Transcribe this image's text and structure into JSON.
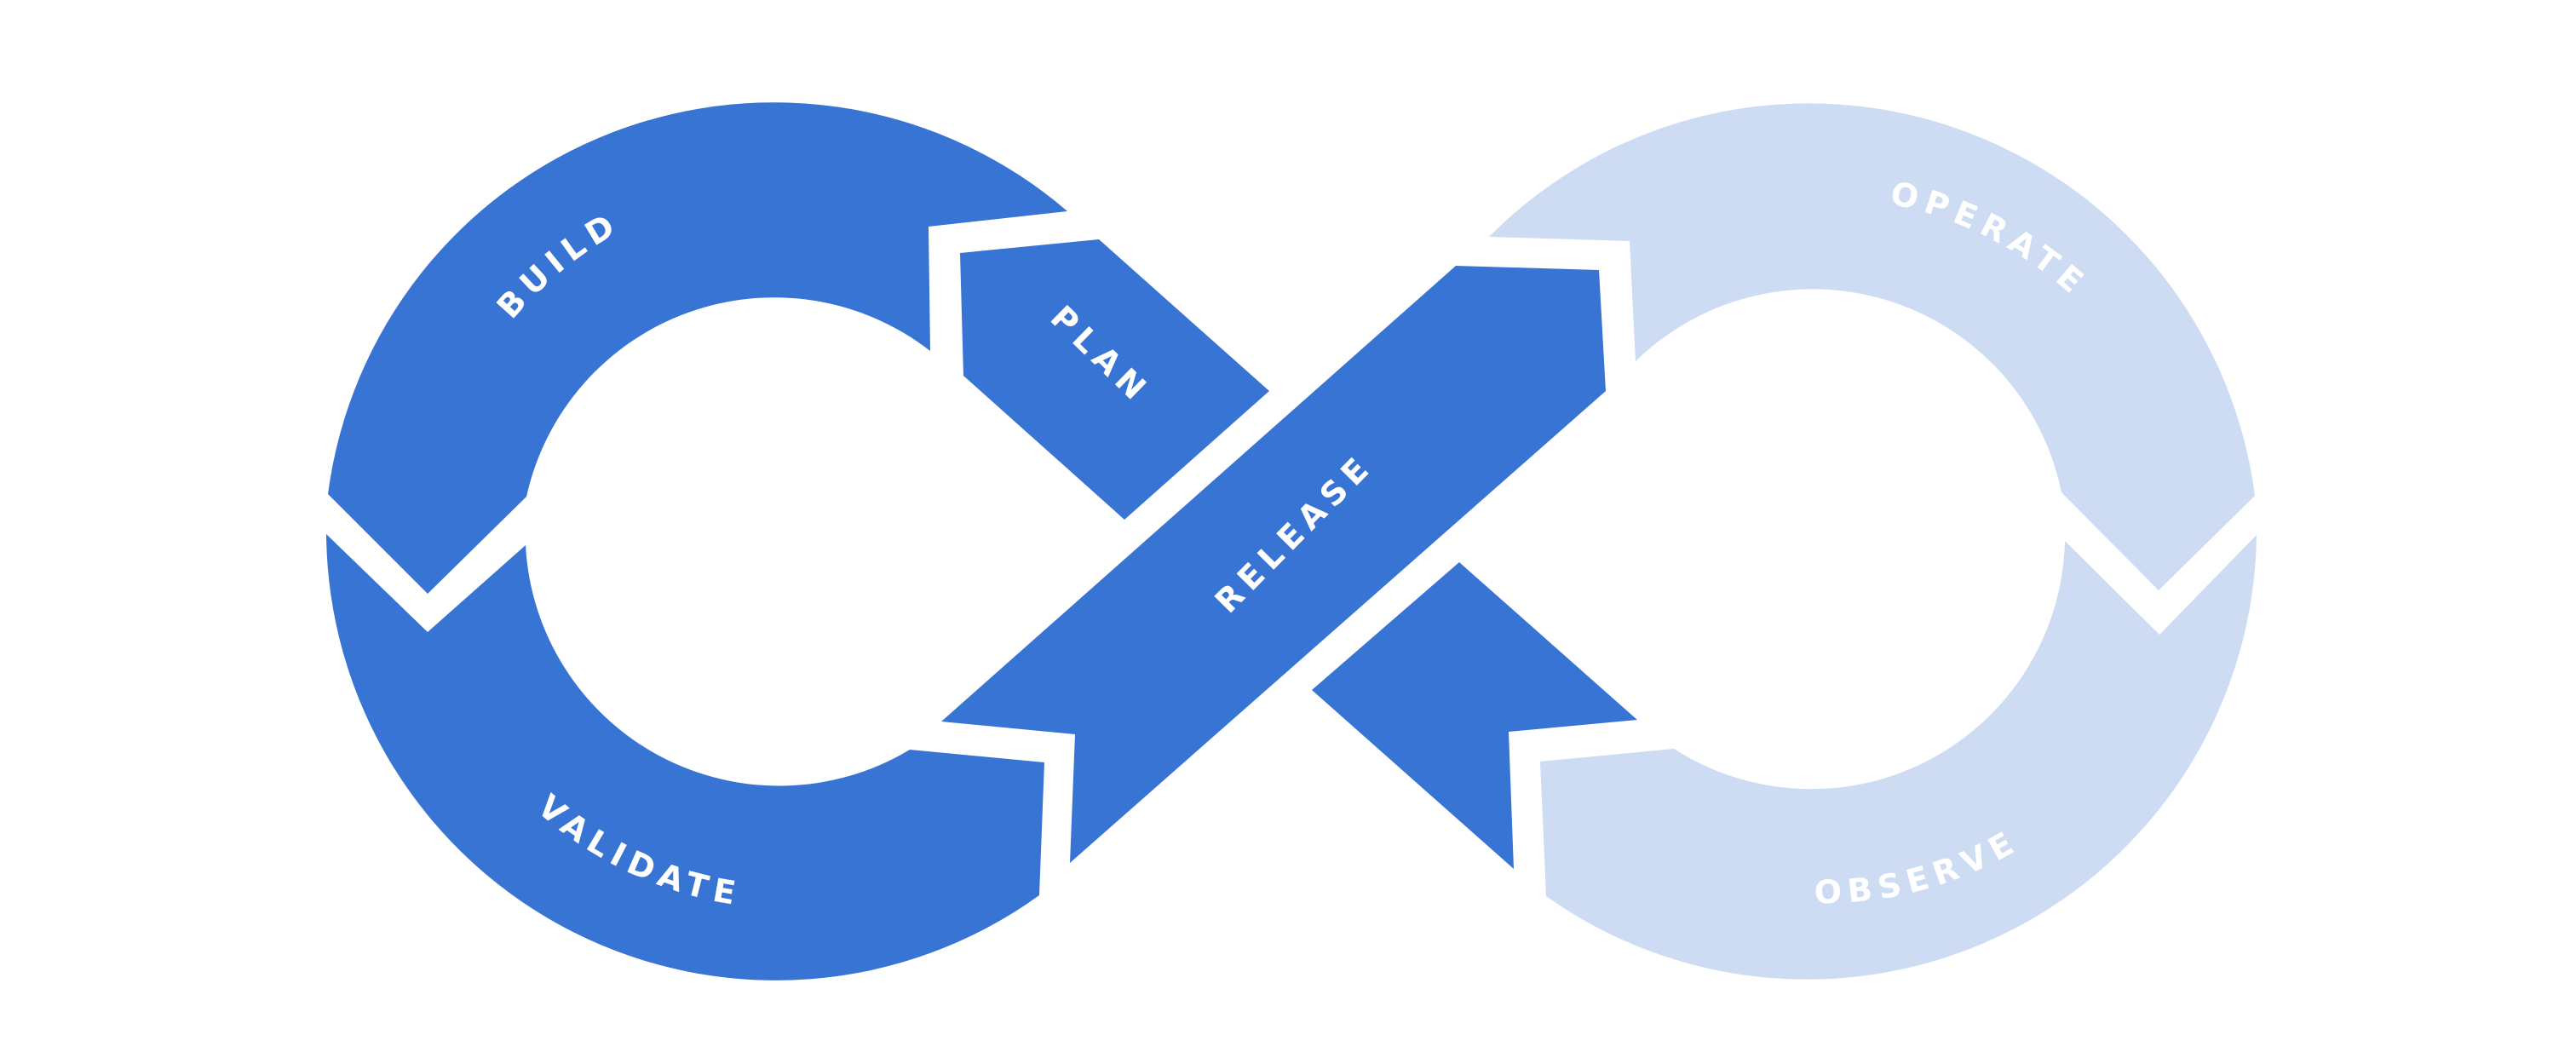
{
  "colors": {
    "dark": "#3874d3",
    "light": "#cddcf3",
    "background": "#ffffff",
    "label": "#ffffff"
  },
  "stages": {
    "build": "BUILD",
    "plan": "PLAN",
    "release": "RELEASE",
    "operate": "OPERATE",
    "observe": "OBSERVE",
    "validate": "VALIDATE"
  }
}
